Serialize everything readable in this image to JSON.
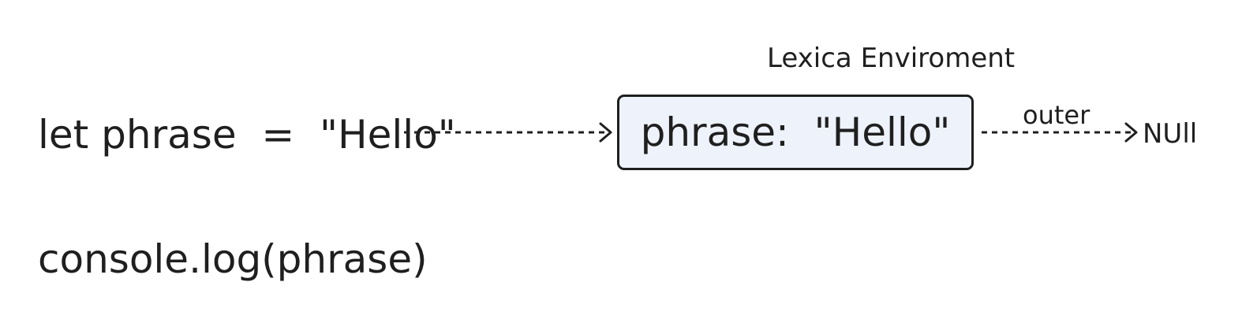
{
  "code": {
    "line1": "let phrase  =  \"Hello\"",
    "line2": "console.log(phrase)"
  },
  "environment": {
    "title": "Lexica Enviroment",
    "record": "phrase:  \"Hello\"",
    "box_fill": "#eef2fb"
  },
  "outer": {
    "label": "outer",
    "target": "NUll"
  }
}
